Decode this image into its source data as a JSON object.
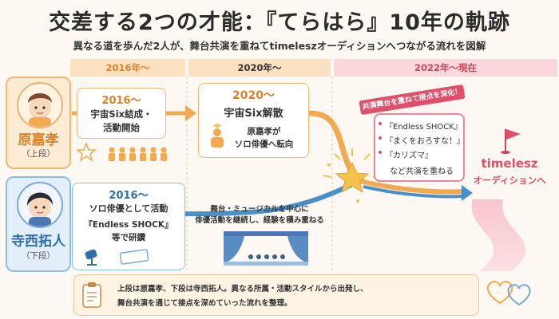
{
  "title": "交差する2つの才能：『てらはら』10年の軌跡",
  "subtitle": "異なる道を歩んだ2人が、舞台共演を重ねてtimeleszオーディションへつながる流れを図解",
  "periods": [
    "2016年〜",
    "2020年〜",
    "2022年〜現在"
  ],
  "person_top": {
    "name": "原嘉孝",
    "position": "（上段）"
  },
  "person_bottom": {
    "name": "寺西拓人",
    "position": "（下段）"
  },
  "top_card1": {
    "year": "2016〜",
    "line1": "宇宙Six結成・",
    "line2": "活動開始"
  },
  "top_card2": {
    "year": "2020〜",
    "line1": "宇宙Six解散",
    "line2": "原嘉孝が",
    "line3": "ソロ俳優へ転向"
  },
  "bottom_card1": {
    "year": "2016〜",
    "line1": "ソロ俳優として活動",
    "line2": "『Endless SHOCK』",
    "line3": "等で研鑽"
  },
  "bottom_path_text": {
    "line1": "舞台・ミュージカルを中心に",
    "line2": "俳優活動を継続し、経験を積み重ねる"
  },
  "ribbon": "共演舞台を重ねて接点を深化！",
  "stages": {
    "items": [
      "『Endless SHOCK』",
      "『まくをおろすな！』",
      "『カリズマ』"
    ],
    "footer": "など共演を重ねる"
  },
  "goal": {
    "line1": "timelesz",
    "line2": "オーディションへ"
  },
  "note": {
    "line1": "上段は原嘉孝、下段は寺西拓人。異なる所属・活動スタイルから出発し、",
    "line2": "舞台共演を通じて接点を深めていった流れを整理。"
  },
  "colors": {
    "orange": "#f0a04b",
    "blue": "#4a90c8",
    "pink": "#e0506a",
    "gold": "#f5c24a"
  },
  "icons": [
    "star-icon",
    "group-icon",
    "person-icon",
    "spotlight-icon",
    "ticket-icon",
    "theater-icon",
    "flag-icon",
    "clipboard-icon",
    "hearts-icon"
  ]
}
